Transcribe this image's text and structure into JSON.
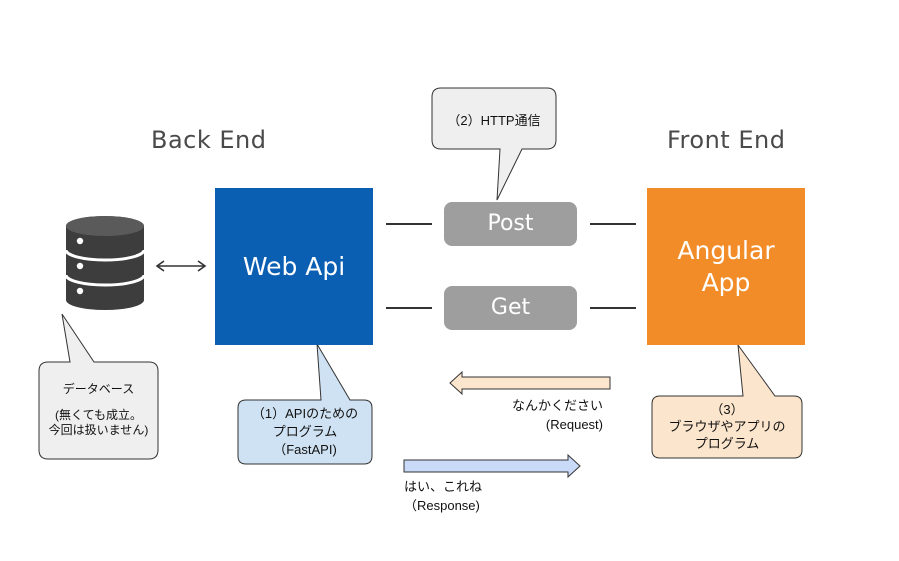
{
  "headings": {
    "backend": "Back End",
    "frontend": "Front End"
  },
  "webapi": {
    "label": "Web Api",
    "color": "#0b5fb3"
  },
  "angular": {
    "label_line1": "Angular",
    "label_line2": "App",
    "color": "#f28c28"
  },
  "methods": {
    "post": "Post",
    "get": "Get"
  },
  "callouts": {
    "http": "（2）HTTP通信",
    "database": {
      "line1": "データベース",
      "line2": "(無くても成立。",
      "line3": "今回は扱いません)"
    },
    "api": {
      "line1": "（1）APIのための",
      "line2": "プログラム",
      "line3": "（FastAPI)"
    },
    "browser": {
      "line1": "（3）",
      "line2": "ブラウザやアプリの",
      "line3": "プログラム"
    }
  },
  "arrows": {
    "request": {
      "line1": "なんかください",
      "line2": "(Request)"
    },
    "response": {
      "line1": "はい、これね",
      "line2": "（Response)"
    }
  },
  "colors": {
    "api_callout": "#cfe2f3",
    "browser_callout": "#fce5cd",
    "request_arrow": "#fce5cd",
    "response_arrow": "#c9daf8",
    "pill": "#9e9e9e",
    "db_icon": "#3d3d3d"
  }
}
